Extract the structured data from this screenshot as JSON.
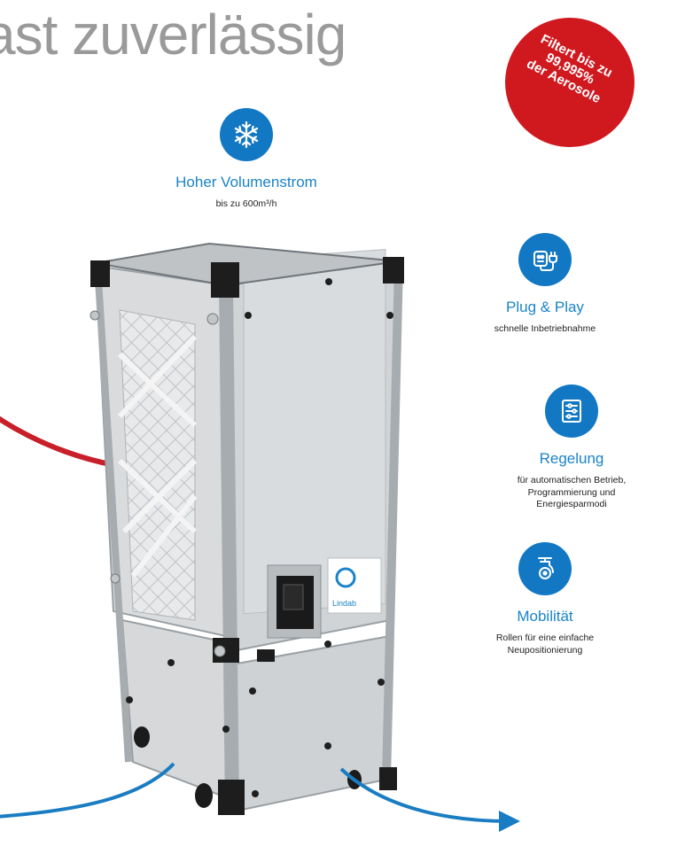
{
  "headline": "ast zuverlässig",
  "badge": {
    "lines": [
      "Filtert bis zu",
      "99,995%",
      "der Aerosole"
    ]
  },
  "features": {
    "volume": {
      "icon": "snowflake-icon",
      "title": "Hoher Volumenstrom",
      "desc_lines": [
        "bis zu 600m³/h"
      ]
    },
    "plug": {
      "icon": "plug-icon",
      "title": "Plug & Play",
      "desc_lines": [
        "schnelle Inbetriebnahme"
      ]
    },
    "regelung": {
      "icon": "control-panel-icon",
      "title": "Regelung",
      "desc_lines": [
        "für automatischen Betrieb,",
        "Programmierung und",
        "Energiesparmodi"
      ]
    },
    "mobil": {
      "icon": "caster-wheel-icon",
      "title": "Mobilität",
      "desc_lines": [
        "Rollen für eine einfache",
        "Neupositionierung"
      ]
    }
  },
  "device": {
    "brand": "Lindab"
  },
  "colors": {
    "accent_blue": "#1378c4",
    "badge_red": "#d0191f",
    "arrow_red": "#c8202a",
    "arrow_blue": "#1a7cc2",
    "headline_gray": "#9a9a9a"
  }
}
